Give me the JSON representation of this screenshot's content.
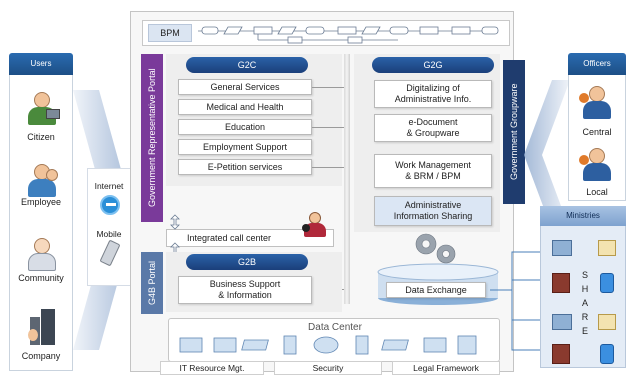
{
  "users_panel": {
    "title": "Users",
    "items": [
      "Citizen",
      "Employee",
      "Community",
      "Company"
    ]
  },
  "channels": {
    "internet": "Internet",
    "mobile": "Mobile"
  },
  "bpm": {
    "label": "BPM"
  },
  "portal_g4c": "Government Representative Portal",
  "portal_g4b": "G4B Portal",
  "groupware": "Government Groupware",
  "g2c": {
    "title": "G2C",
    "services": [
      "General Services",
      "Medical and Health",
      "Education",
      "Employment Support",
      "E-Petition services"
    ]
  },
  "g2g": {
    "title": "G2G",
    "items": [
      "Digitalizing of\nAdministrative Info.",
      "e-Document\n& Groupware",
      "Work Management\n& BRM / BPM",
      "Administrative\nInformation Sharing"
    ]
  },
  "call_center": "Integrated call center",
  "g2b": {
    "title": "G2B",
    "item": "Business Support\n& Information"
  },
  "data_exchange": "Data Exchange",
  "data_center": {
    "title": "Data Center",
    "labels": [
      "IT Resource Mgt.",
      "Security",
      "Legal Framework"
    ]
  },
  "officers_panel": {
    "title": "Officers",
    "items": [
      "Central",
      "Local"
    ]
  },
  "ministries": {
    "title": "Ministries",
    "share_letters": [
      "S",
      "H",
      "A",
      "R",
      "E"
    ]
  },
  "colors": {
    "purple": "#7a3a9a",
    "navy": "#1f3c6e",
    "blue": "#2b62a8",
    "g4b": "#5a79a8"
  }
}
